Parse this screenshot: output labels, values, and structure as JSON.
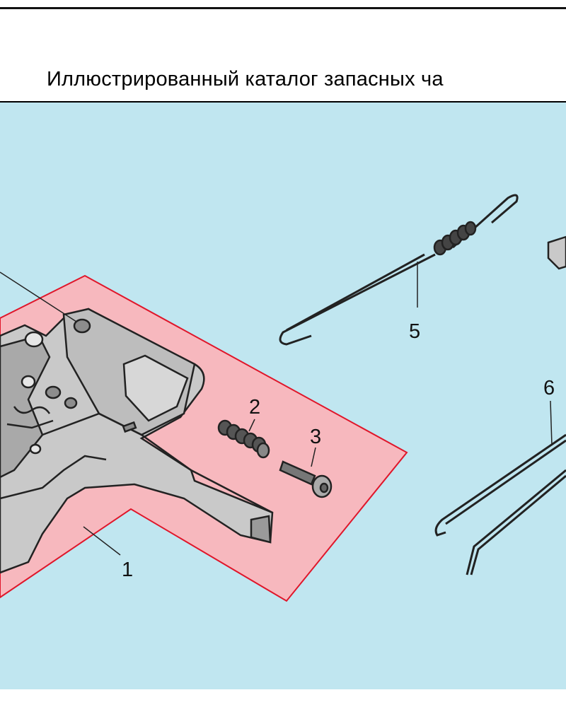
{
  "header": {
    "title": "Иллюстрированный каталог запасных ча"
  },
  "diagram": {
    "callouts": [
      "1",
      "2",
      "3",
      "5",
      "6"
    ],
    "colors": {
      "background": "#c0e6f0",
      "highlight_fill": "#f7b8be",
      "highlight_border": "#e0162a"
    }
  }
}
